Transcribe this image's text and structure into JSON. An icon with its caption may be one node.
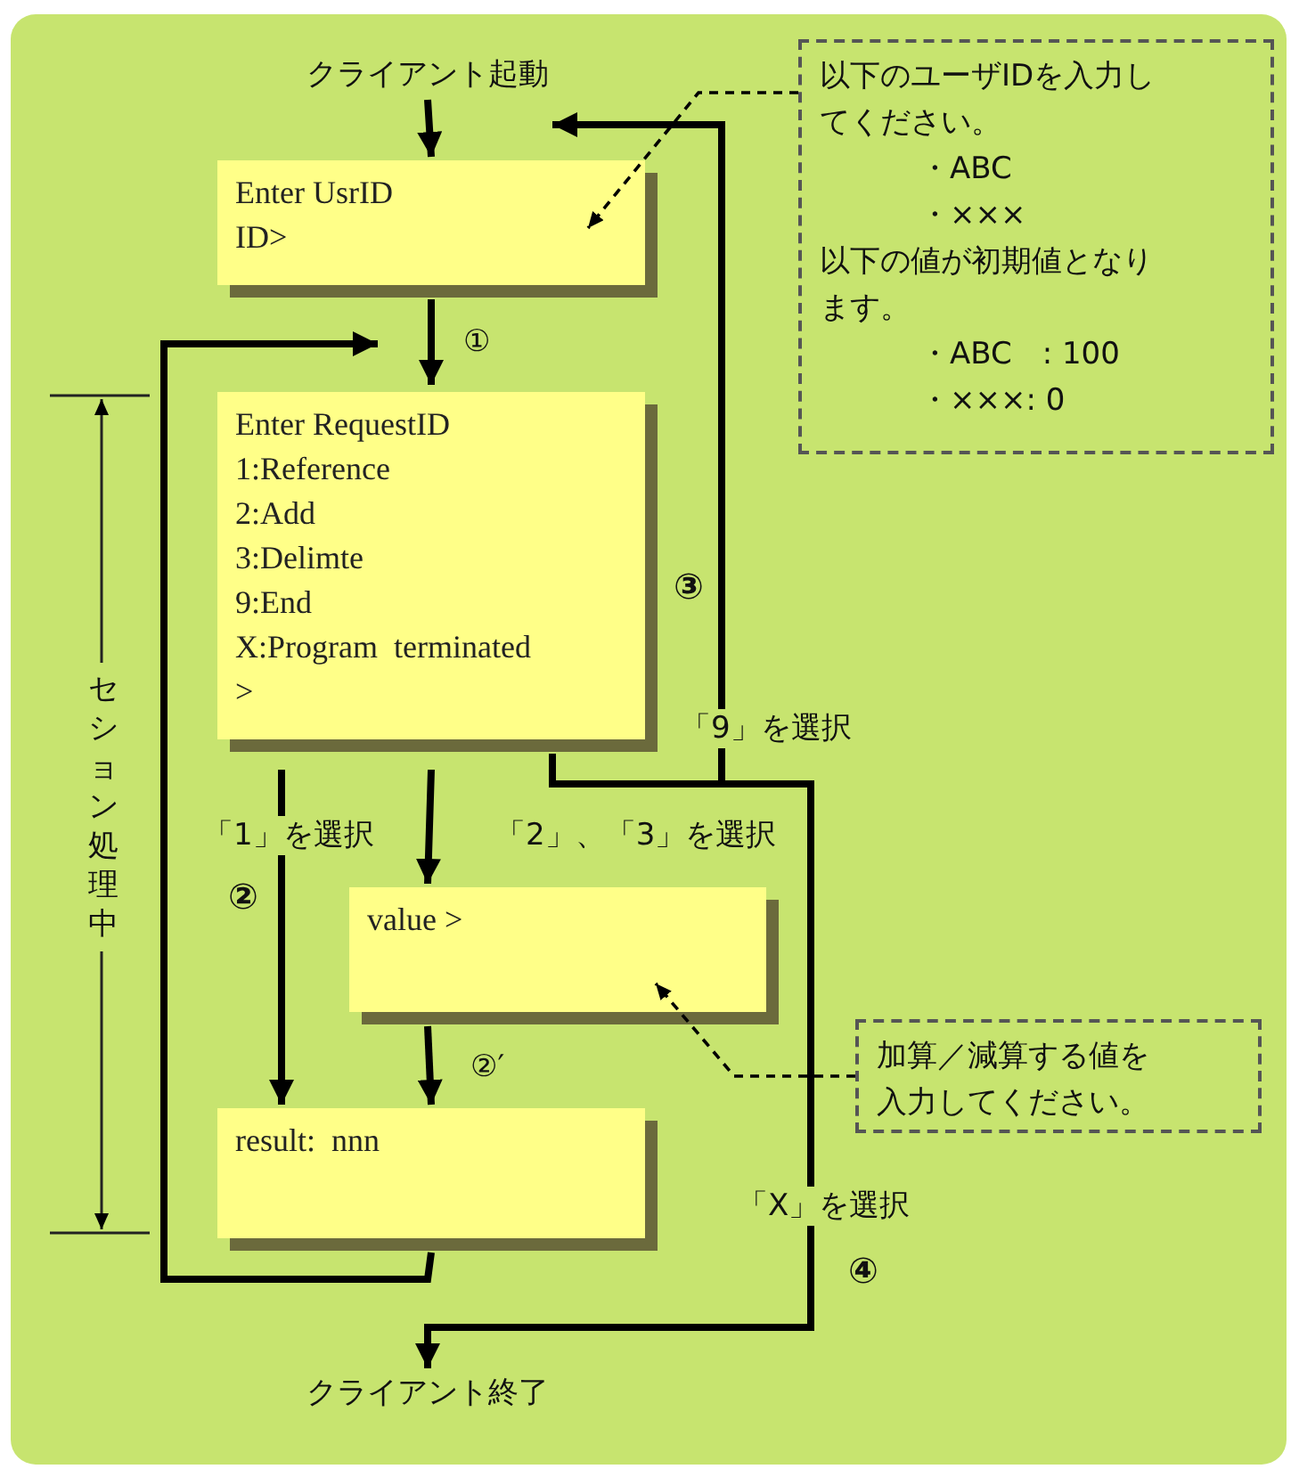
{
  "diagram": {
    "nodes": [
      {
        "text": [
          "クライアント起動"
        ]
      },
      {
        "text": [
          "Enter UsrID",
          "ID>"
        ]
      },
      {
        "text": [
          "Enter RequestID",
          "1:Reference",
          "2:Add",
          "3:Delimte",
          "9:End",
          "X:Program  terminated",
          ">"
        ]
      },
      {
        "text": [
          "value >"
        ]
      },
      {
        "text": [
          "result:  nnn"
        ]
      },
      {
        "text": [
          "クライアント終了"
        ]
      },
      {
        "text": [
          "以下のユーザIDを入力してください。",
          "・ABC",
          "・×××",
          "以下の値が初期値となります。",
          "・ABC　: 100",
          "・×××: 0"
        ]
      },
      {
        "text": [
          "加算／減算する値を入力してください。"
        ]
      }
    ],
    "edges": [
      {
        "from": 0,
        "to": 1,
        "arrow": "to"
      },
      {
        "from": 1,
        "to": 2,
        "arrow": "to",
        "label": "①"
      },
      {
        "from": 2,
        "to": 4,
        "arrow": "to",
        "label": "「1」を選択"
      },
      {
        "from": 2,
        "to": 3,
        "arrow": "to",
        "label": "「2」、「3」を選択"
      },
      {
        "from": 3,
        "to": 4,
        "arrow": "to",
        "label": "②′"
      },
      {
        "from": 2,
        "to": 1,
        "arrow": "to",
        "label": "「9」を選択"
      },
      {
        "from": 2,
        "to": 5,
        "arrow": "to",
        "label": "「X」を選択"
      },
      {
        "from": 4,
        "to": 2,
        "arrow": "to"
      },
      {
        "from": 6,
        "to": 1,
        "arrow": "to",
        "style": "dashed"
      },
      {
        "from": 7,
        "to": 3,
        "arrow": "to",
        "style": "dashed"
      }
    ],
    "labels": [
      "③",
      "セション処理中",
      "②",
      "④"
    ]
  }
}
